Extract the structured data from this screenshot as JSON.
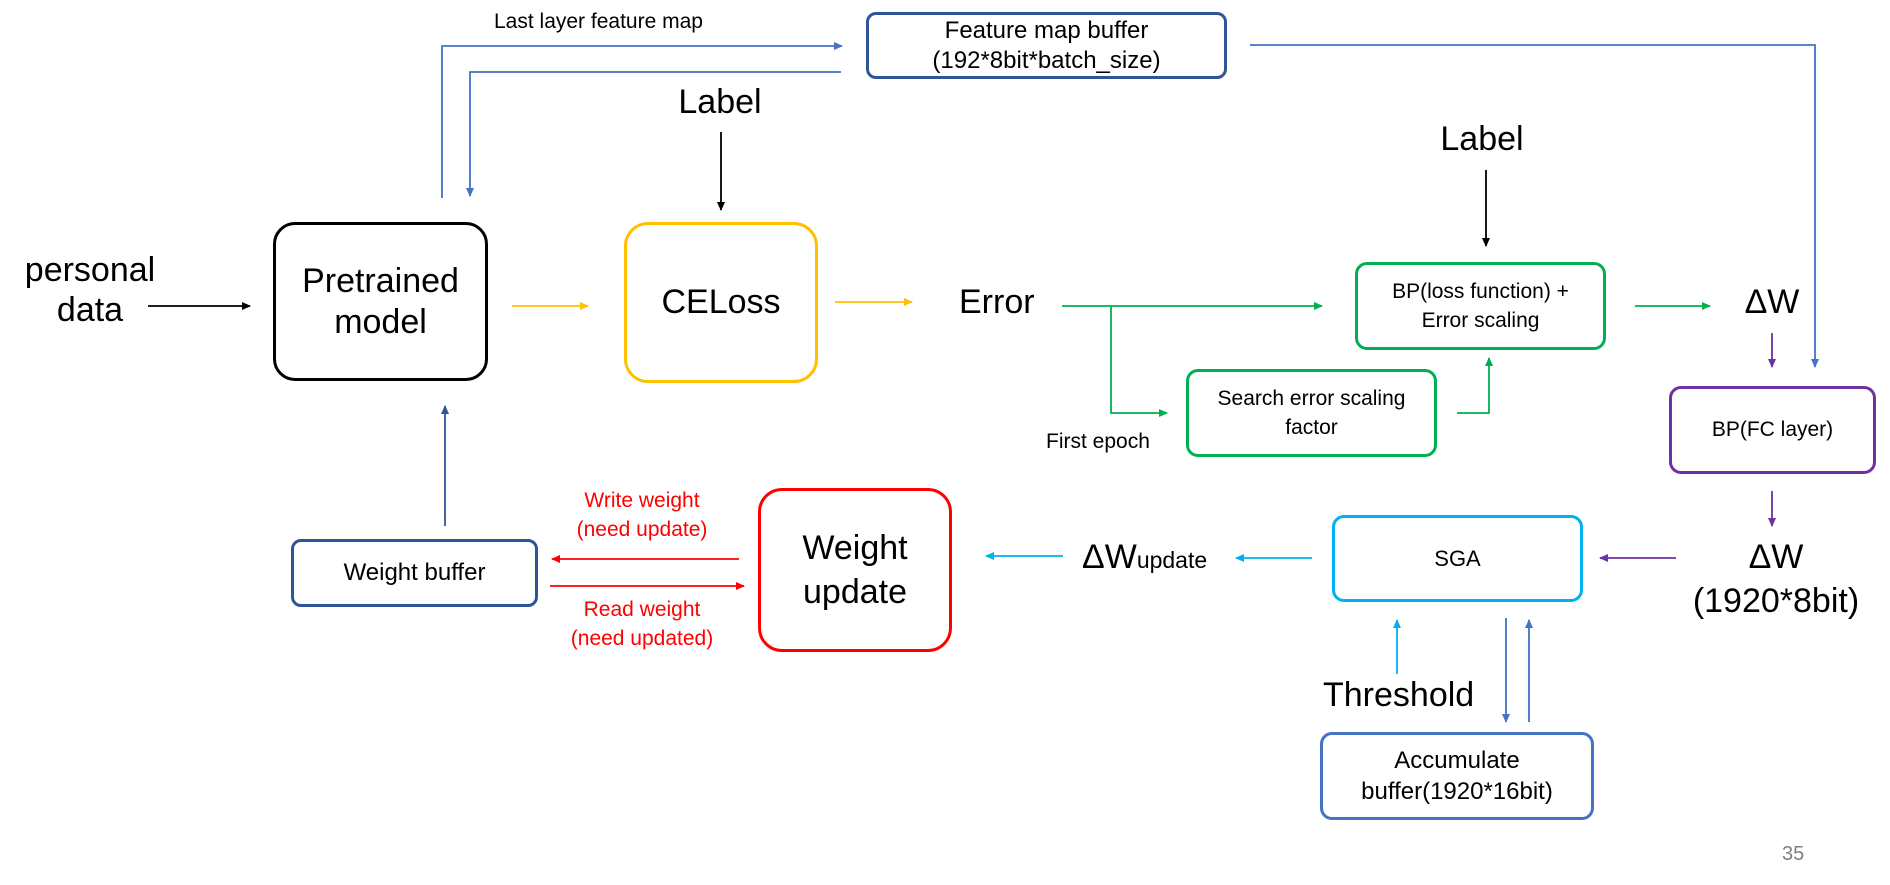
{
  "colors": {
    "black": "#000000",
    "yellow": "#ffc000",
    "green": "#00b050",
    "navy": "#2f5597",
    "steel": "#4472c4",
    "purple": "#7030a0",
    "cyan": "#00b0f0",
    "red": "#ff0000",
    "gray": "#7f7f7f"
  },
  "inputs": {
    "personal_data_line1": "personal",
    "personal_data_line2": "data"
  },
  "nodes": {
    "pretrained_line1": "Pretrained",
    "pretrained_line2": "model",
    "celoss": "CELoss",
    "feature_buffer_line1": "Feature map buffer",
    "feature_buffer_line2": "(192*8bit*batch_size)",
    "bp_loss_line1": "BP(loss function) +",
    "bp_loss_line2": "Error scaling",
    "search_line1": "Search error scaling",
    "search_line2": "factor",
    "bp_fc": "BP(FC layer)",
    "sga": "SGA",
    "accumulate_line1": "Accumulate",
    "accumulate_line2": "buffer(1920*16bit)",
    "weight_update_line1": "Weight",
    "weight_update_line2": "update",
    "weight_buffer": "Weight buffer"
  },
  "labels": {
    "last_layer_feature_map": "Last layer feature map",
    "label_left": "Label",
    "label_right": "Label",
    "error": "Error",
    "first_epoch": "First epoch",
    "delta_w_top": "ΔW",
    "delta_w_bottom_line1": "ΔW",
    "delta_w_bottom_line2": "(1920*8bit)",
    "delta_w_update_main": "ΔW",
    "delta_w_update_sub": "update",
    "threshold": "Threshold",
    "write_weight_line1": "Write weight",
    "write_weight_line2": "(need update)",
    "read_weight_line1": "Read weight",
    "read_weight_line2": "(need updated)",
    "page_number": "35"
  }
}
